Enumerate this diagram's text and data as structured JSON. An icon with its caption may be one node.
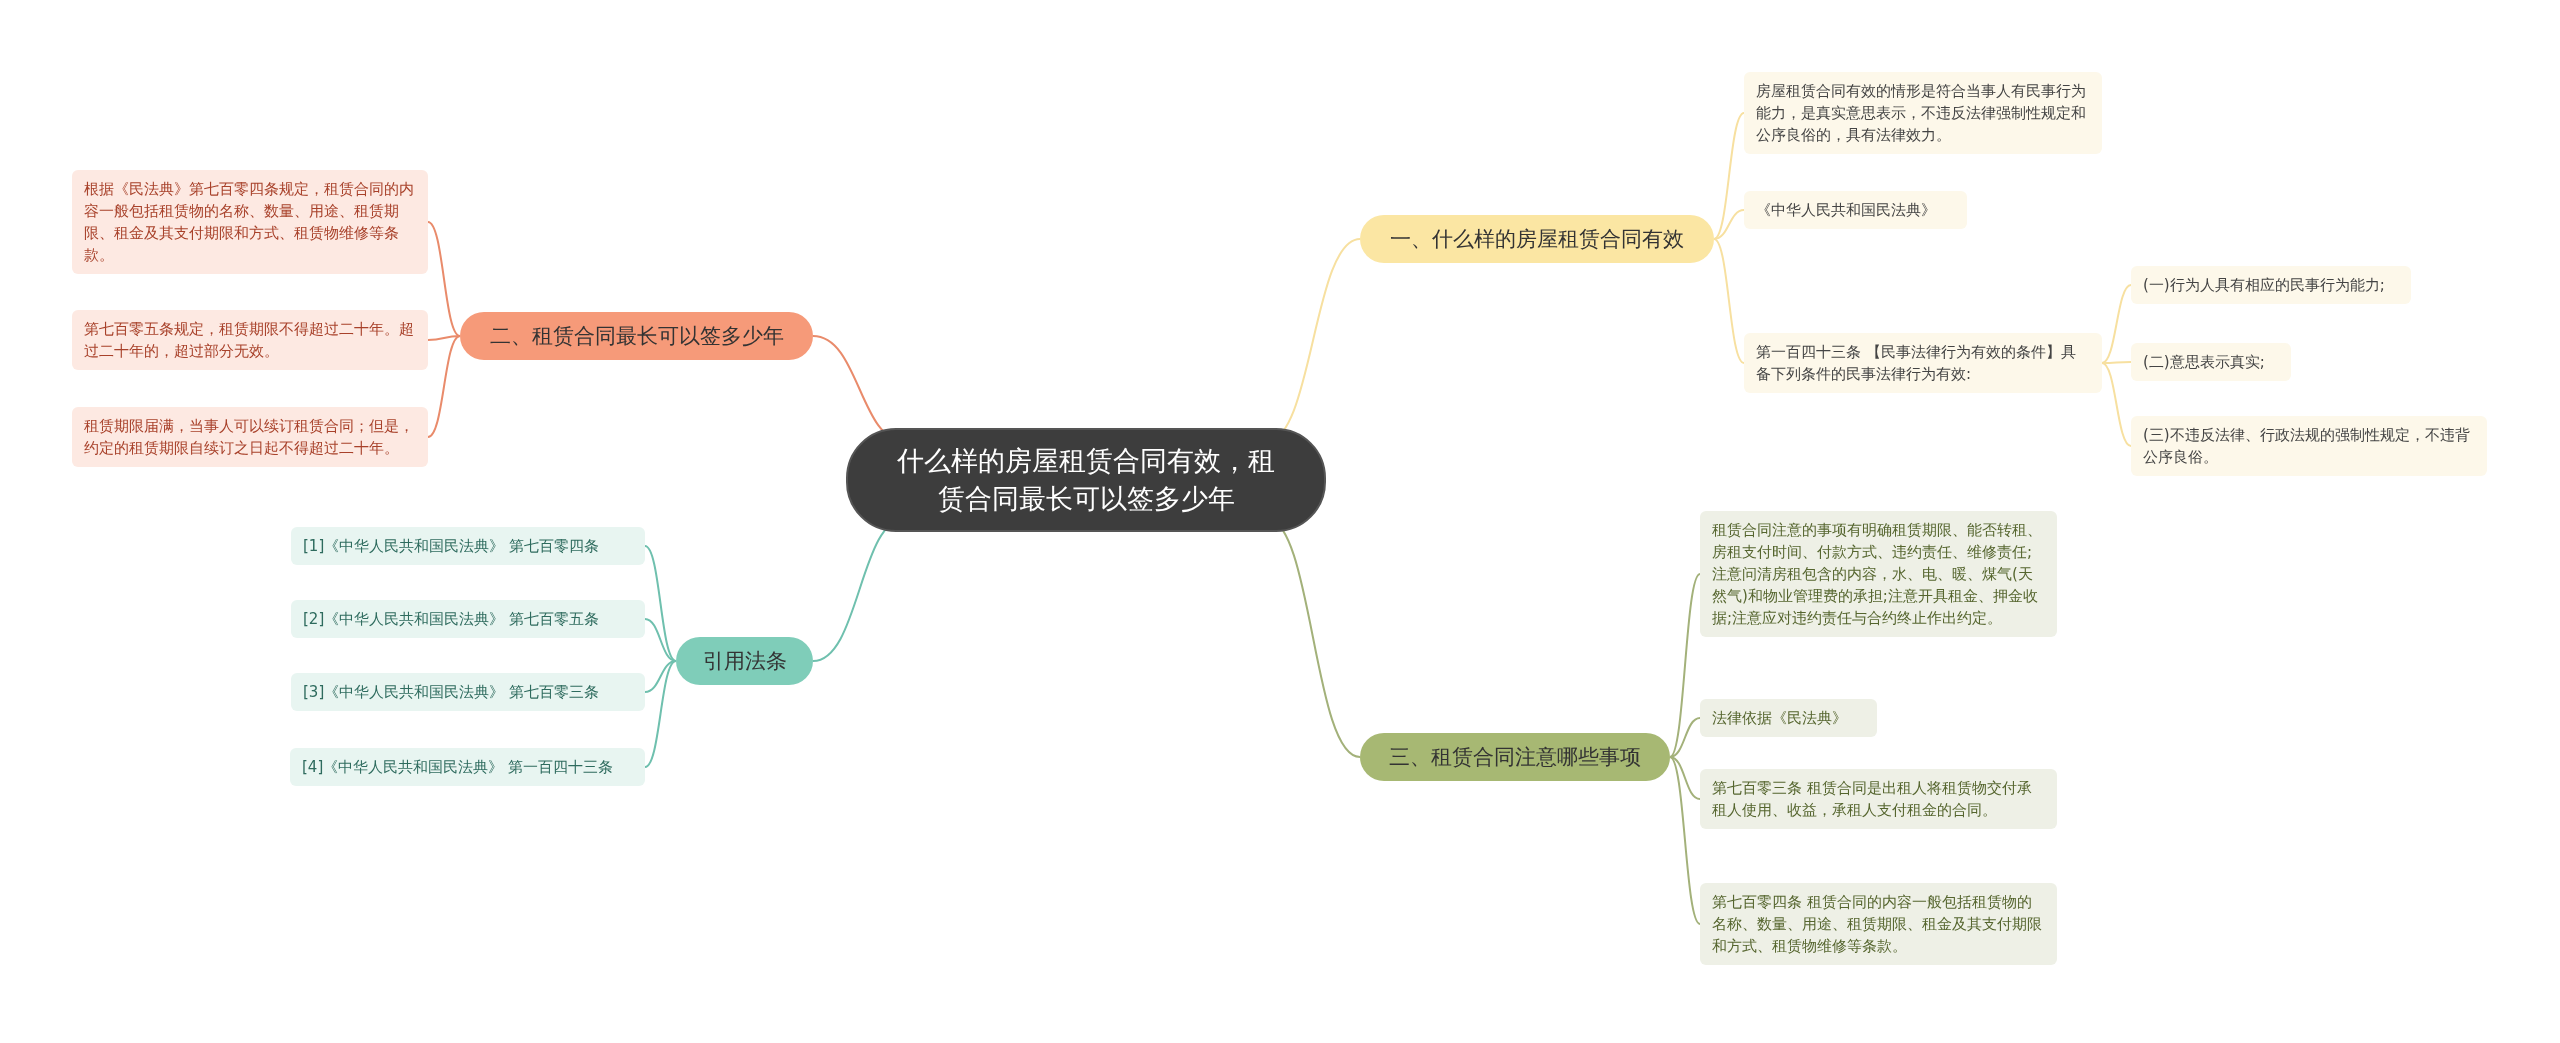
{
  "diagram": {
    "nodes": [
      {
        "text": [
          "什么样的房屋租赁合同有效，租赁合同最长可以签多少年"
        ]
      },
      {
        "text": [
          "一、什么样的房屋租赁合同有效"
        ]
      },
      {
        "text": [
          "房屋租赁合同有效的情形是符合当事人有民事行为能力，是真实意思表示，不违反法律强制性规定和公序良俗的，具有法律效力。"
        ]
      },
      {
        "text": [
          "《中华人民共和国民法典》"
        ]
      },
      {
        "text": [
          "第一百四十三条 【民事法律行为有效的条件】具备下列条件的民事法律行为有效:"
        ]
      },
      {
        "text": [
          "(一)行为人具有相应的民事行为能力;"
        ]
      },
      {
        "text": [
          "(二)意思表示真实;"
        ]
      },
      {
        "text": [
          "(三)不违反法律、行政法规的强制性规定，不违背公序良俗。"
        ]
      },
      {
        "text": [
          "二、租赁合同最长可以签多少年"
        ]
      },
      {
        "text": [
          "根据《民法典》第七百零四条规定，租赁合同的内容一般包括租赁物的名称、数量、用途、租赁期限、租金及其支付期限和方式、租赁物维修等条款。"
        ]
      },
      {
        "text": [
          "第七百零五条规定，租赁期限不得超过二十年。超过二十年的，超过部分无效。"
        ]
      },
      {
        "text": [
          "租赁期限届满，当事人可以续订租赁合同；但是，约定的租赁期限自续订之日起不得超过二十年。"
        ]
      },
      {
        "text": [
          "引用法条"
        ]
      },
      {
        "text": [
          "[1]《中华人民共和国民法典》 第七百零四条"
        ]
      },
      {
        "text": [
          "[2]《中华人民共和国民法典》 第七百零五条"
        ]
      },
      {
        "text": [
          "[3]《中华人民共和国民法典》 第七百零三条"
        ]
      },
      {
        "text": [
          "[4]《中华人民共和国民法典》 第一百四十三条"
        ]
      },
      {
        "text": [
          "三、租赁合同注意哪些事项"
        ]
      },
      {
        "text": [
          "租赁合同注意的事项有明确租赁期限、能否转租、房租支付时间、付款方式、违约责任、维修责任;注意问清房租包含的内容，水、电、暖、煤气(天然气)和物业管理费的承担;注意开具租金、押金收据;注意应对违约责任与合约终止作出约定。"
        ]
      },
      {
        "text": [
          "法律依据《民法典》"
        ]
      },
      {
        "text": [
          "第七百零三条 租赁合同是出租人将租赁物交付承租人使用、收益，承租人支付租金的合同。"
        ]
      },
      {
        "text": [
          "第七百零四条 租赁合同的内容一般包括租赁物的名称、数量、用途、租赁期限、租金及其支付期限和方式、租赁物维修等条款。"
        ]
      }
    ],
    "edges": [
      {
        "from": 0,
        "to": 1,
        "arrow": "none",
        "color": "#f7e0a0"
      },
      {
        "from": 1,
        "to": 2,
        "arrow": "none",
        "color": "#f7e0a0"
      },
      {
        "from": 1,
        "to": 3,
        "arrow": "none",
        "color": "#f7e0a0"
      },
      {
        "from": 1,
        "to": 4,
        "arrow": "none",
        "color": "#f7e0a0"
      },
      {
        "from": 4,
        "to": 5,
        "arrow": "none",
        "color": "#f7e0a0"
      },
      {
        "from": 4,
        "to": 6,
        "arrow": "none",
        "color": "#f7e0a0"
      },
      {
        "from": 4,
        "to": 7,
        "arrow": "none",
        "color": "#f7e0a0"
      },
      {
        "from": 0,
        "to": 8,
        "arrow": "none",
        "color": "#e98b6b"
      },
      {
        "from": 8,
        "to": 9,
        "arrow": "none",
        "color": "#e98b6b"
      },
      {
        "from": 8,
        "to": 10,
        "arrow": "none",
        "color": "#e98b6b"
      },
      {
        "from": 8,
        "to": 11,
        "arrow": "none",
        "color": "#e98b6b"
      },
      {
        "from": 0,
        "to": 12,
        "arrow": "none",
        "color": "#6fc0ae"
      },
      {
        "from": 12,
        "to": 13,
        "arrow": "none",
        "color": "#6fc0ae"
      },
      {
        "from": 12,
        "to": 14,
        "arrow": "none",
        "color": "#6fc0ae"
      },
      {
        "from": 12,
        "to": 15,
        "arrow": "none",
        "color": "#6fc0ae"
      },
      {
        "from": 12,
        "to": 16,
        "arrow": "none",
        "color": "#6fc0ae"
      },
      {
        "from": 0,
        "to": 17,
        "arrow": "none",
        "color": "#a3b17a"
      },
      {
        "from": 17,
        "to": 18,
        "arrow": "none",
        "color": "#a3b17a"
      },
      {
        "from": 17,
        "to": 19,
        "arrow": "none",
        "color": "#a3b17a"
      },
      {
        "from": 17,
        "to": 20,
        "arrow": "none",
        "color": "#a3b17a"
      },
      {
        "from": 17,
        "to": 21,
        "arrow": "none",
        "color": "#a3b17a"
      }
    ]
  }
}
